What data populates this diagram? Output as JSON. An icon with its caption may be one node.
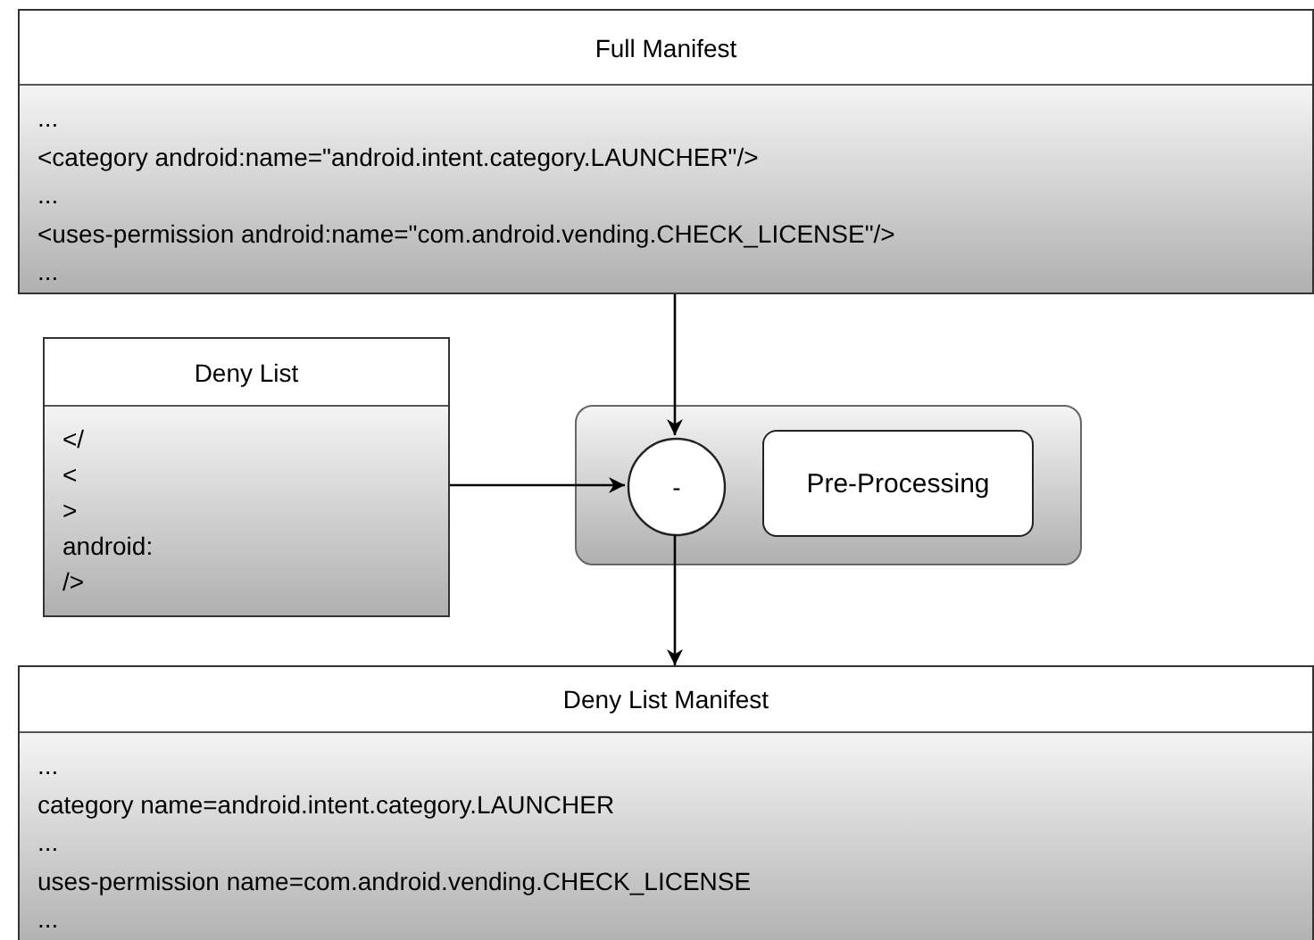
{
  "diagram": {
    "nodes": [
      {
        "text": [
          "Full Manifest",
          "...",
          "<category android:name=\"android.intent.category.LAUNCHER\"/>",
          "...",
          "<uses-permission android:name=\"com.android.vending.CHECK_LICENSE\"/>",
          "..."
        ]
      },
      {
        "text": [
          "Deny List",
          "</",
          "<",
          ">",
          "android:",
          "/>"
        ]
      },
      {
        "text": [],
        "shape": "box"
      },
      {
        "text": [
          "-"
        ],
        "in": 2
      },
      {
        "text": [
          "Pre-Processing"
        ],
        "in": 2
      },
      {
        "text": [
          "Deny List Manifest",
          "...",
          "category name=android.intent.category.LAUNCHER",
          "...",
          "uses-permission name=com.android.vending.CHECK_LICENSE",
          "..."
        ]
      }
    ],
    "edges": [
      {
        "from": 0,
        "to": 3,
        "arrow": "to"
      },
      {
        "from": 1,
        "to": 3,
        "arrow": "to"
      },
      {
        "from": 3,
        "to": 5,
        "arrow": "to"
      }
    ]
  }
}
